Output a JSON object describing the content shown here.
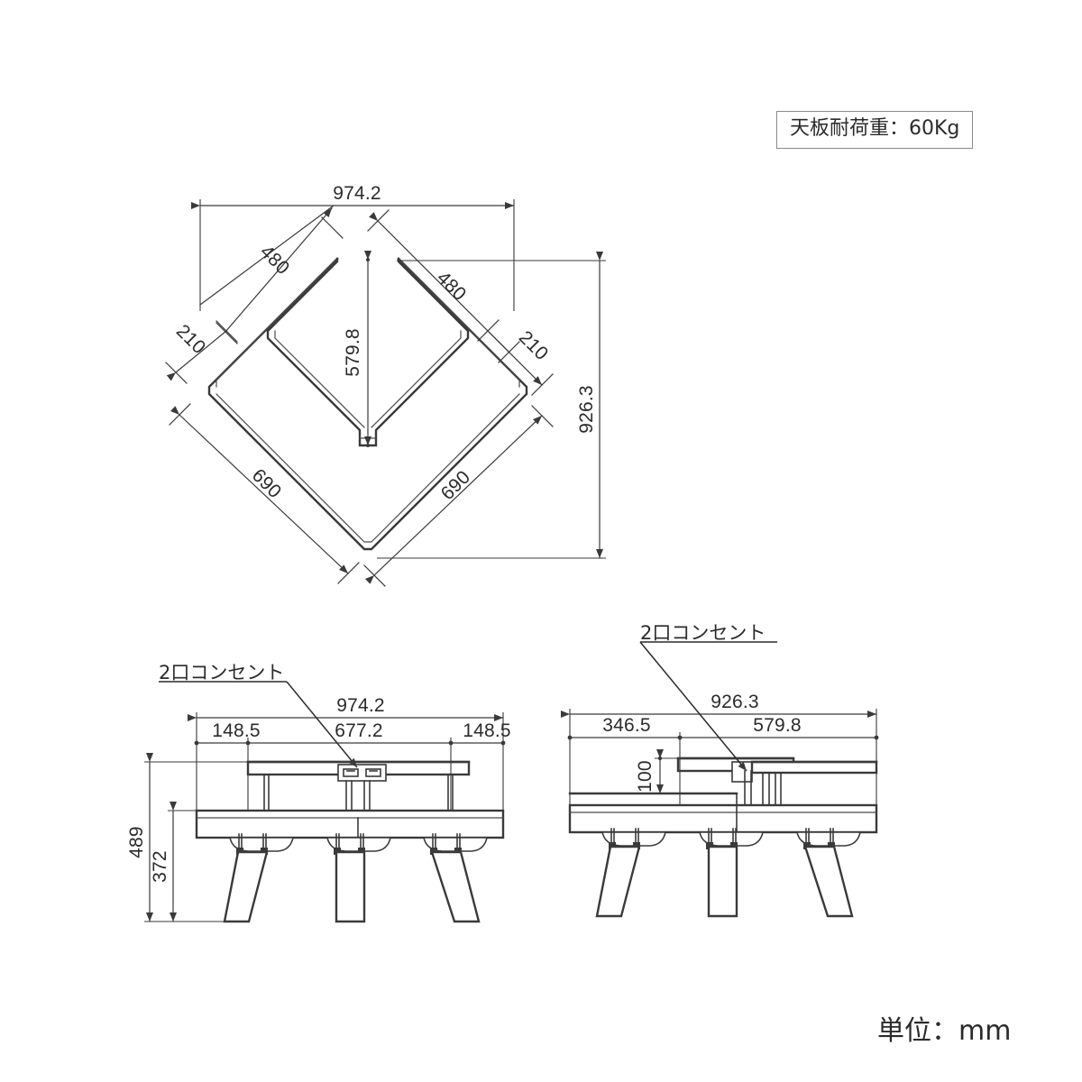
{
  "sheet": {
    "title": "corner-table-dimension-drawing",
    "unit_note": "単位：mm",
    "load_badge": "天板耐荷重：60Kg"
  },
  "views": {
    "top": {
      "name": "top-view",
      "dims": {
        "overall_width": "974.2",
        "overall_depth": "926.3",
        "notch_depth": "579.8",
        "upper_left_edge": "480",
        "upper_right_edge": "480",
        "lower_left_edge": "690",
        "lower_right_edge": "690",
        "left_offset": "210",
        "right_offset": "210"
      }
    },
    "front": {
      "name": "front-elevation",
      "callout": "2口コンセント",
      "dims": {
        "overall_width": "974.2",
        "left_segment": "148.5",
        "middle_segment": "677.2",
        "right_segment": "148.5",
        "overall_height": "489",
        "leg_height": "372"
      }
    },
    "side": {
      "name": "side-elevation",
      "callout": "2口コンセント",
      "dims": {
        "overall_depth": "926.3",
        "front_segment": "346.5",
        "rear_segment": "579.8",
        "shelf_height": "100"
      }
    }
  },
  "colors": {
    "line": "#3a3a3a",
    "text": "#2b2b2b",
    "badge_border": "#8a8a8a",
    "background": "#ffffff"
  }
}
